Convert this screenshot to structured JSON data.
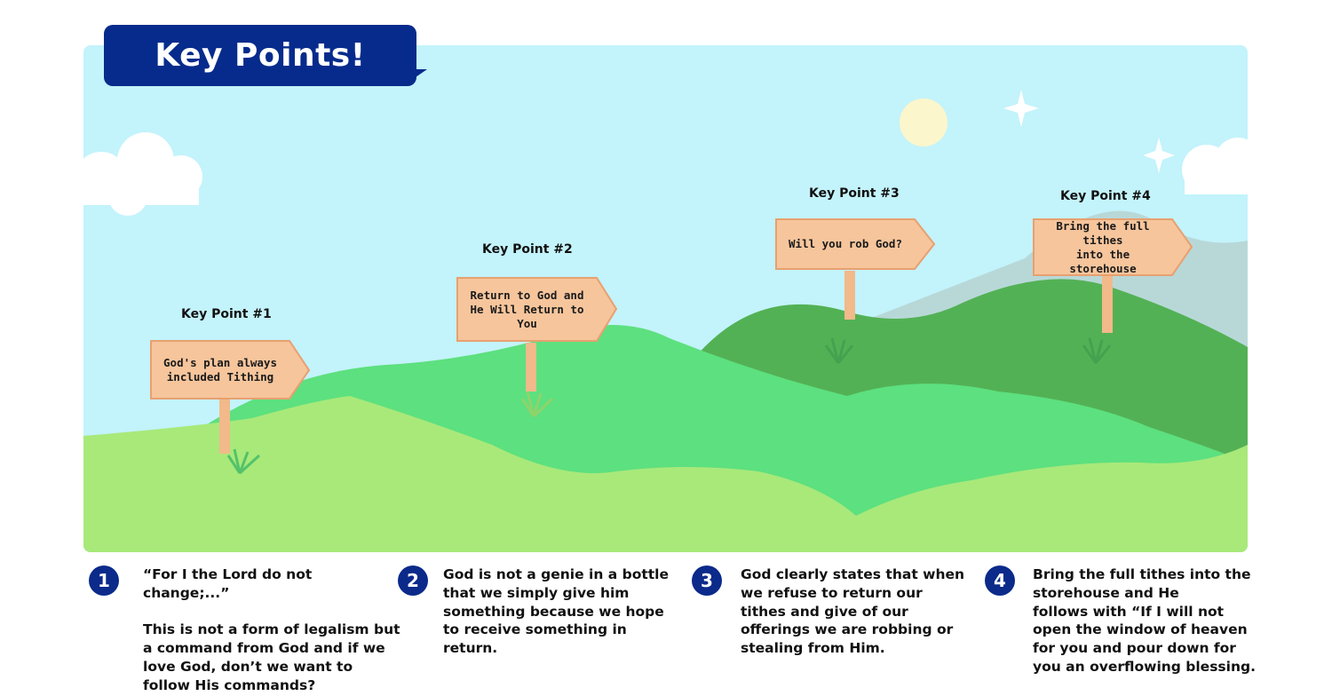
{
  "header": {
    "title": "Key Points!"
  },
  "signs": [
    {
      "heading": "Key Point #1",
      "text": "God's plan always\nincluded Tithing"
    },
    {
      "heading": "Key Point #2",
      "text": "Return to God and\nHe Will Return to\nYou"
    },
    {
      "heading": "Key Point #3",
      "text": "Will you rob God?"
    },
    {
      "heading": "Key Point #4",
      "text": "Bring the full tithes\ninto the storehouse"
    }
  ],
  "points": [
    {
      "number": "1",
      "text": "“For I the Lord do not change;...”\n\nThis is not a form of legalism but\na command from God and if we\nlove God, don’t we want to\nfollow His commands?"
    },
    {
      "number": "2",
      "text": "God is not a genie in a bottle\nthat we simply give him\nsomething because we hope\nto receive something in\nreturn."
    },
    {
      "number": "3",
      "text": "God clearly states that when\nwe refuse to return our\ntithes and give of our\nofferings we are robbing or\nstealing from Him."
    },
    {
      "number": "4",
      "text": "Bring the full tithes into the\nstorehouse and He\nfollows with “If I will not\nopen the window of heaven\nfor you and pour down for\nyou an overflowing blessing."
    }
  ],
  "colors": {
    "sky": "#c3f3fb",
    "banner": "#062b8c",
    "grass_light": "#a8e97a",
    "grass_mid": "#5de07f",
    "grass_dark": "#53b155",
    "mountain": "#b8d8d8",
    "sign": "#f6c59c",
    "sun": "#fcf6cc"
  }
}
